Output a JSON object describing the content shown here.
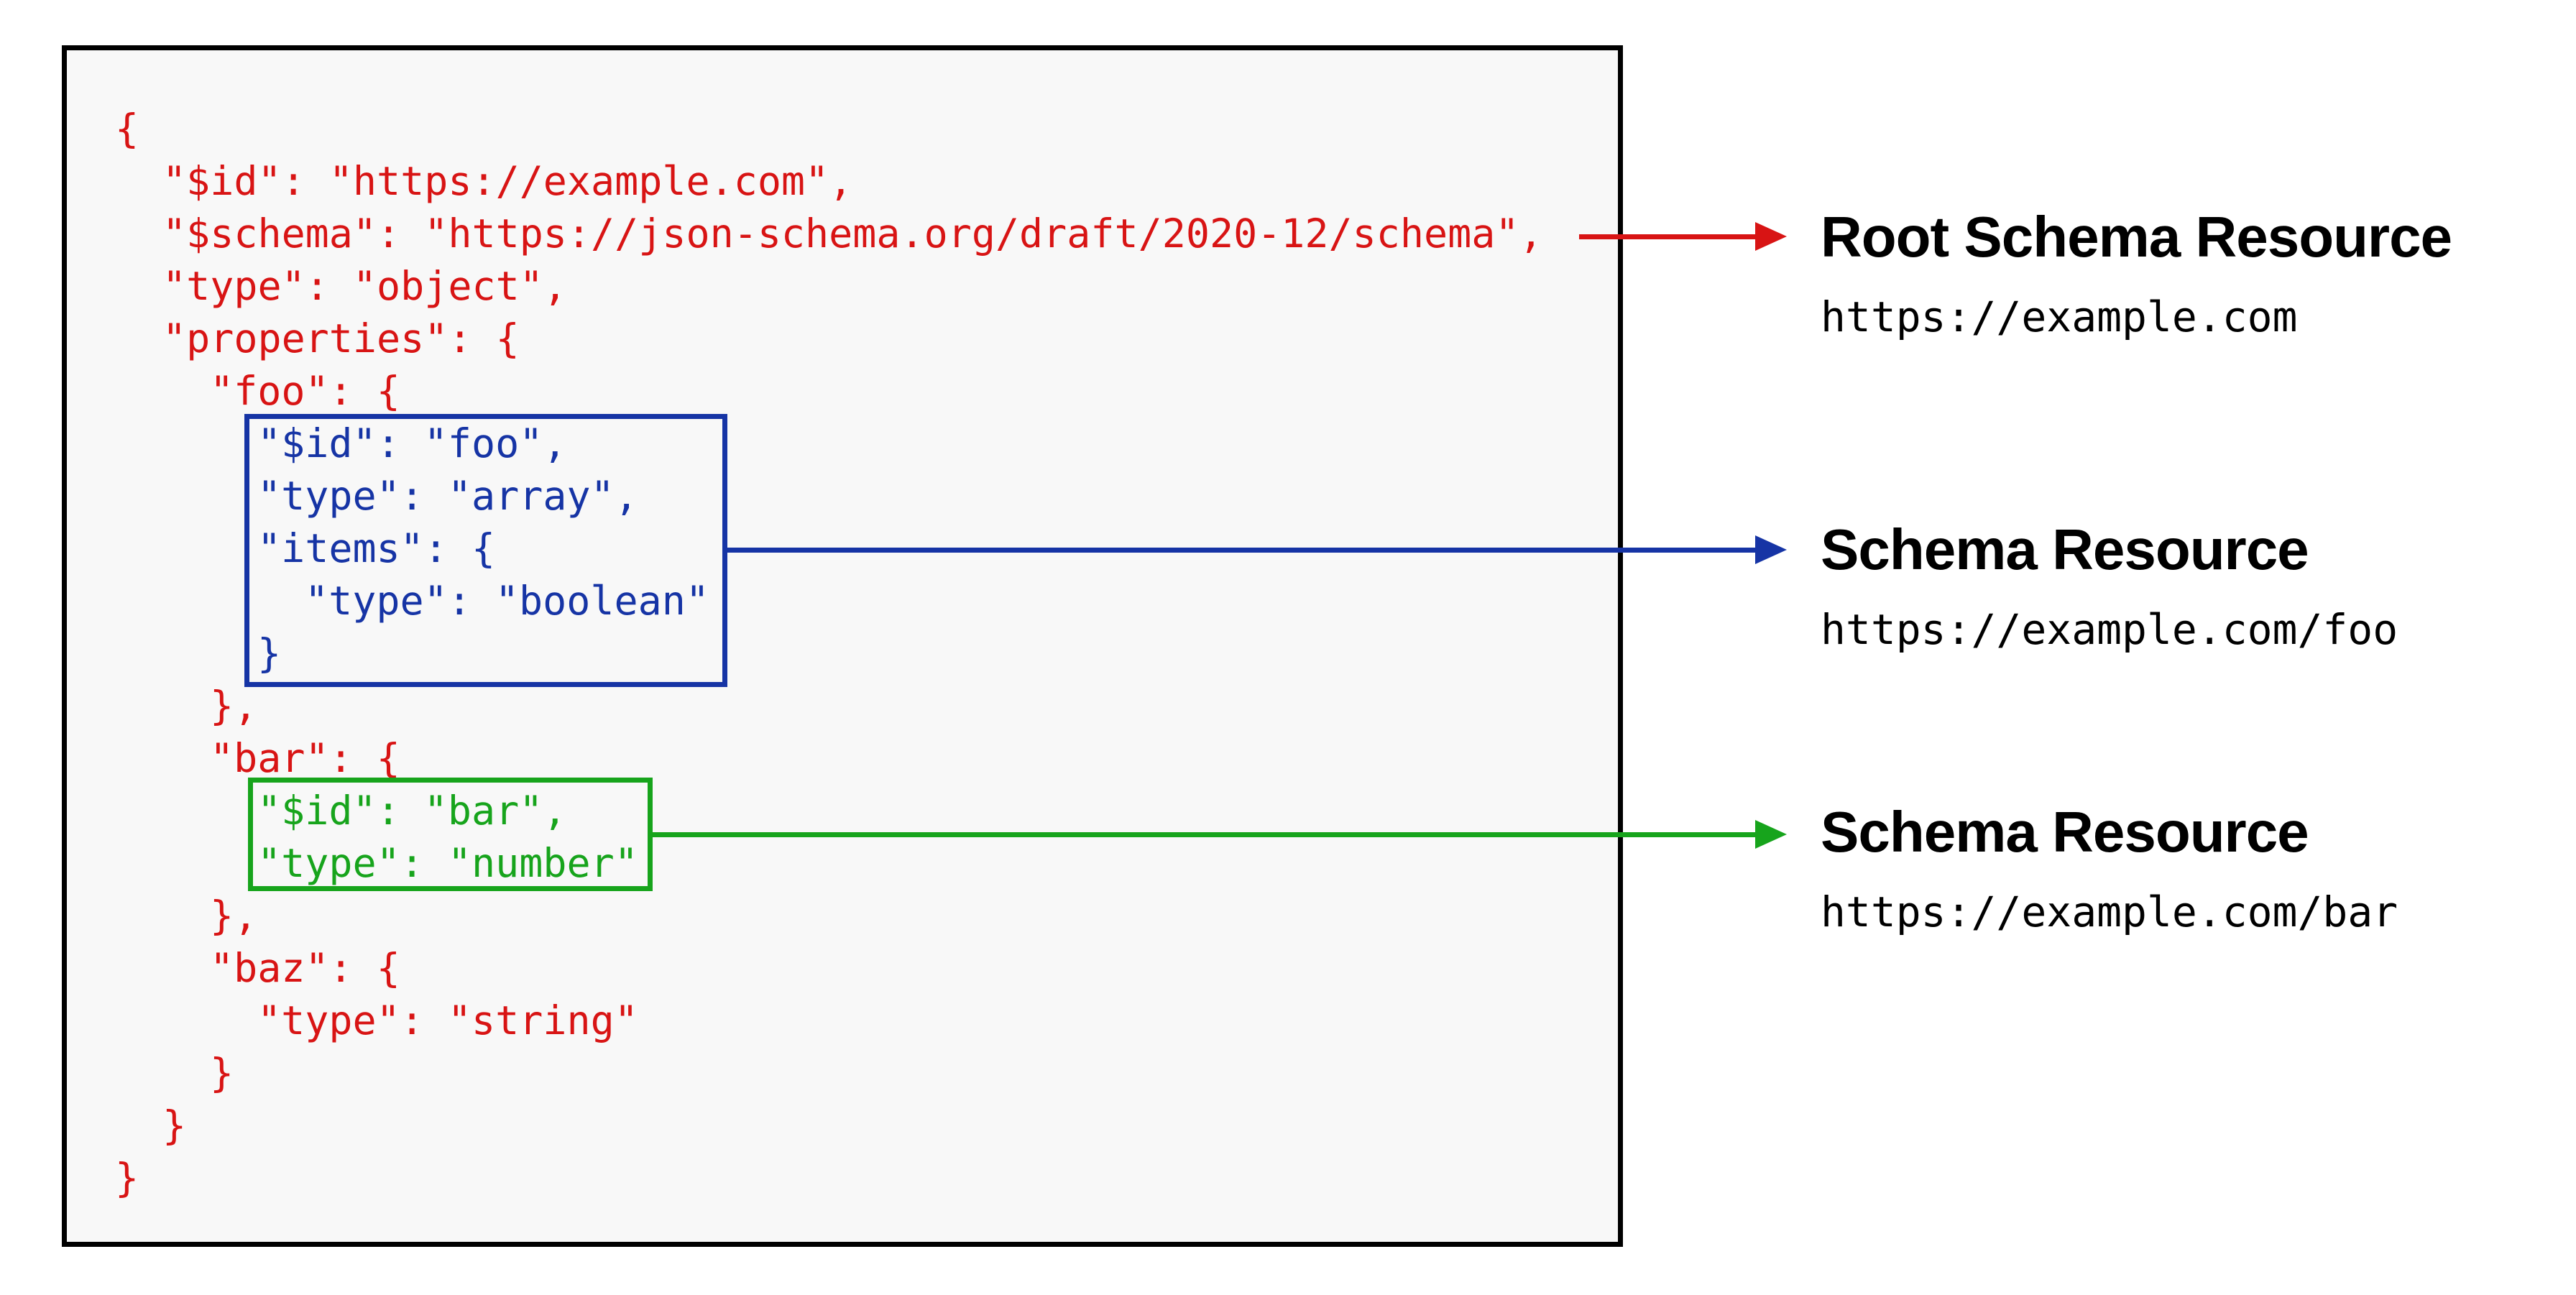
{
  "colors": {
    "red": "#d81414",
    "blue": "#1634a5",
    "green": "#17a41c",
    "panel-bg": "#f8f8f8",
    "panel-border": "#000000",
    "heading": "#000000"
  },
  "code_panel": {
    "lines": [
      {
        "indent": 0,
        "text": "{",
        "color": "red"
      },
      {
        "indent": 1,
        "text": "\"$id\": \"https://example.com\",",
        "color": "red"
      },
      {
        "indent": 1,
        "text": "\"$schema\": \"https://json-schema.org/draft/2020-12/schema\",",
        "color": "red"
      },
      {
        "indent": 1,
        "text": "\"type\": \"object\",",
        "color": "red"
      },
      {
        "indent": 1,
        "text": "\"properties\": {",
        "color": "red"
      },
      {
        "indent": 2,
        "text": "\"foo\": {",
        "color": "red"
      },
      {
        "indent": 3,
        "text": "\"$id\": \"foo\",",
        "color": "blue"
      },
      {
        "indent": 3,
        "text": "\"type\": \"array\",",
        "color": "blue"
      },
      {
        "indent": 3,
        "text": "\"items\": {",
        "color": "blue"
      },
      {
        "indent": 4,
        "text": "\"type\": \"boolean\"",
        "color": "blue"
      },
      {
        "indent": 3,
        "text": "}",
        "color": "blue"
      },
      {
        "indent": 2,
        "text": "},",
        "color": "red"
      },
      {
        "indent": 2,
        "text": "\"bar\": {",
        "color": "red"
      },
      {
        "indent": 3,
        "text": "\"$id\": \"bar\",",
        "color": "green"
      },
      {
        "indent": 3,
        "text": "\"type\": \"number\"",
        "color": "green"
      },
      {
        "indent": 2,
        "text": "},",
        "color": "red"
      },
      {
        "indent": 2,
        "text": "\"baz\": {",
        "color": "red"
      },
      {
        "indent": 3,
        "text": "\"type\": \"string\"",
        "color": "red"
      },
      {
        "indent": 2,
        "text": "}",
        "color": "red"
      },
      {
        "indent": 1,
        "text": "}",
        "color": "red"
      },
      {
        "indent": 0,
        "text": "}",
        "color": "red"
      }
    ]
  },
  "highlight_boxes": [
    {
      "name": "foo-schema-resource-box",
      "color": "blue"
    },
    {
      "name": "bar-schema-resource-box",
      "color": "green"
    }
  ],
  "annotations": [
    {
      "title": "Root Schema Resource",
      "url": "https://example.com",
      "color": "red"
    },
    {
      "title": "Schema Resource",
      "url": "https://example.com/foo",
      "color": "blue"
    },
    {
      "title": "Schema Resource",
      "url": "https://example.com/bar",
      "color": "green"
    }
  ]
}
